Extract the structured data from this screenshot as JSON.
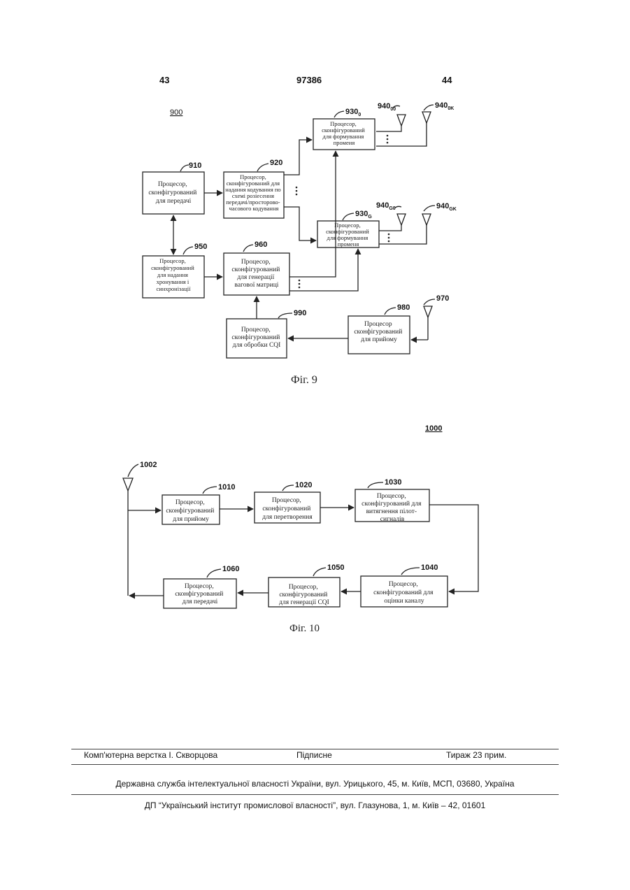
{
  "header": {
    "page_left": "43",
    "doc_number": "97386",
    "page_right": "44"
  },
  "fig9": {
    "label_900": "900",
    "caption": "Фіг. 9",
    "refs": {
      "r910": "910",
      "r920": "920",
      "r930_0": "930",
      "r930_0_sub": "0",
      "r930_G": "930",
      "r930_G_sub": "G",
      "r940_00": "940",
      "r940_00_sub": "00",
      "r940_0K": "940",
      "r940_0K_sub": "0K",
      "r940_G0": "940",
      "r940_G0_sub": "G0",
      "r940_GK": "940",
      "r940_GK_sub": "GK",
      "r950": "950",
      "r960": "960",
      "r970": "970",
      "r980": "980",
      "r990": "990"
    },
    "boxes": {
      "b910": [
        "Процесор,",
        "сконфігурований",
        "для передачі"
      ],
      "b920": [
        "Процесор,",
        "сконфігурований для",
        "надання кодування по",
        "схемі розіесення",
        "передачі/просторово-",
        "часового кодування"
      ],
      "b930_0": [
        "Процесор,",
        "сконфігурований",
        "для формування",
        "промеия"
      ],
      "b930_G": [
        "Процесор,",
        "сконфігурований",
        "для формування",
        "променя"
      ],
      "b950": [
        "Процесор,",
        "сконфігурований",
        "для надання",
        "хронування і",
        "синхронізації"
      ],
      "b960": [
        "Процесор,",
        "сконфігурований",
        "для генерації",
        "вагової матриці"
      ],
      "b980": [
        "Процесор",
        "сконфігурований",
        "для прийому"
      ],
      "b990": [
        "Процесор,",
        "сконфігурований",
        "для обробки CQI"
      ]
    }
  },
  "fig10": {
    "label_1000": "1000",
    "caption": "Фіг. 10",
    "refs": {
      "r1002": "1002",
      "r1010": "1010",
      "r1020": "1020",
      "r1030": "1030",
      "r1040": "1040",
      "r1050": "1050",
      "r1060": "1060"
    },
    "boxes": {
      "b1010": [
        "Процесор,",
        "сконфігурований",
        "для прийому"
      ],
      "b1020": [
        "Процесор,",
        "сконфігурований",
        "для перетворення"
      ],
      "b1030": [
        "Процесор,",
        "сконфігурований для",
        "витягнення пілот-",
        "сигналів"
      ],
      "b1040": [
        "Процесор,",
        "сконфігурований для",
        "оцінки каналу"
      ],
      "b1050": [
        "Процесор,",
        "сконфігурований",
        "для генерації CQI"
      ],
      "b1060": [
        "Процесор,",
        "сконфігурований",
        "для передачі"
      ]
    }
  },
  "footer": {
    "typesetter": "Комп'ютерна верстка І. Скворцова",
    "signed": "Підписне",
    "print_run": "Тираж 23 прим.",
    "agency": "Державна служба інтелектуальної власності України, вул. Урицького, 45, м. Київ, МСП, 03680, Україна",
    "institute": "ДП “Український інститут промислової власності”, вул. Глазунова, 1, м. Київ – 42, 01601"
  }
}
